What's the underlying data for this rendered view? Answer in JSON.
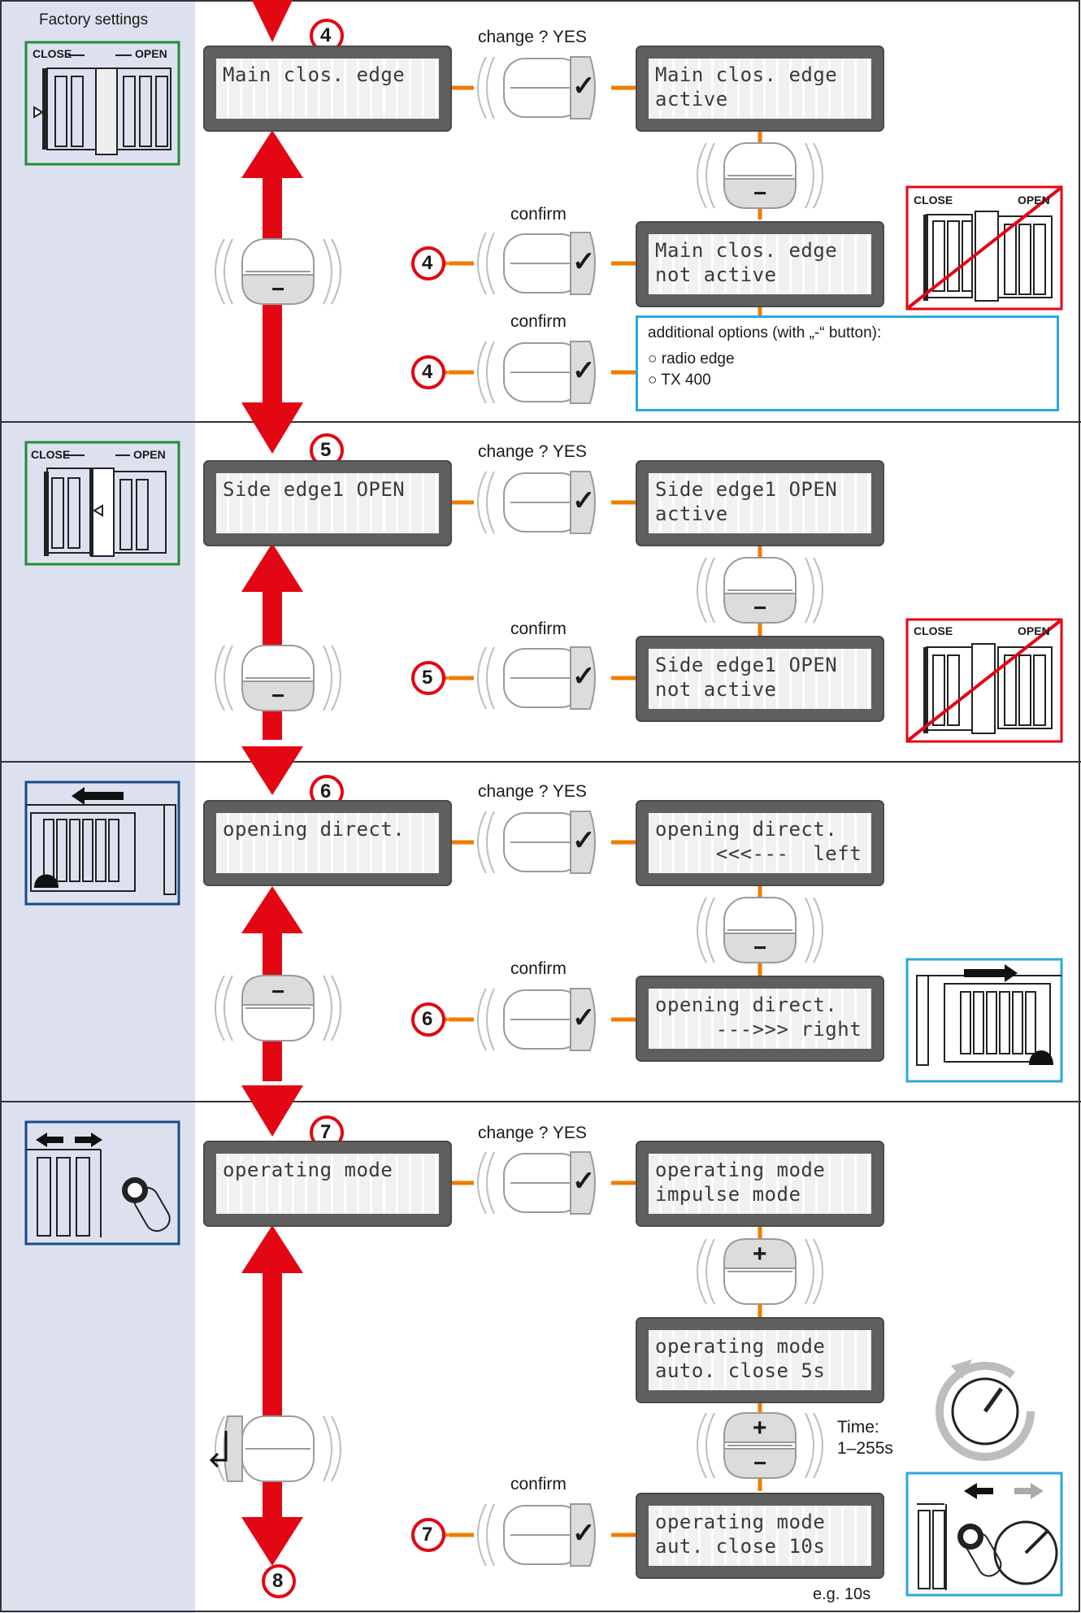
{
  "factory_settings": "Factory settings",
  "side_words": {
    "close": "CLOSE",
    "open": "OPEN"
  },
  "buttons": {
    "minus": "−",
    "plus": "+",
    "check": "✓"
  },
  "sections": [
    {
      "step": "4",
      "change": "change ? YES",
      "confirm": "confirm",
      "display_main": [
        "Main clos. edge",
        ""
      ],
      "display_alt1": [
        "Main clos. edge",
        "active"
      ],
      "display_alt2": [
        "Main clos. edge",
        "not active"
      ],
      "options": {
        "title": "additional options (with „-“ button):",
        "items": [
          "radio edge",
          "TX 400"
        ]
      }
    },
    {
      "step": "5",
      "change": "change ? YES",
      "confirm": "confirm",
      "display_main": [
        "Side edge1 OPEN",
        ""
      ],
      "display_alt1": [
        "Side edge1 OPEN",
        "active"
      ],
      "display_alt2": [
        "Side edge1 OPEN",
        "not active"
      ]
    },
    {
      "step": "6",
      "change": "change ? YES",
      "confirm": "confirm",
      "display_main": [
        "opening direct.",
        ""
      ],
      "display_alt1": [
        "opening direct.",
        "     <<<---  left"
      ],
      "display_alt2": [
        "opening direct.",
        "     --->>> right"
      ]
    },
    {
      "step": "7",
      "change": "change ? YES",
      "confirm": "confirm",
      "display_main": [
        "operating mode",
        ""
      ],
      "display_alt1": [
        "operating mode",
        "impulse mode"
      ],
      "display_mid": [
        "operating mode",
        "auto. close 5s"
      ],
      "display_alt2": [
        "operating mode",
        "aut. close 10s"
      ],
      "time_label": "Time:",
      "time_range": "1–255s",
      "example": "e.g. 10s"
    }
  ],
  "next_step": "8",
  "colors": {
    "red": "#e30613",
    "orange": "#ee7d00",
    "green": "#1f8c3b",
    "cyan": "#29a9df",
    "navy": "#174a8c",
    "sidebar": "#dde1ef"
  }
}
